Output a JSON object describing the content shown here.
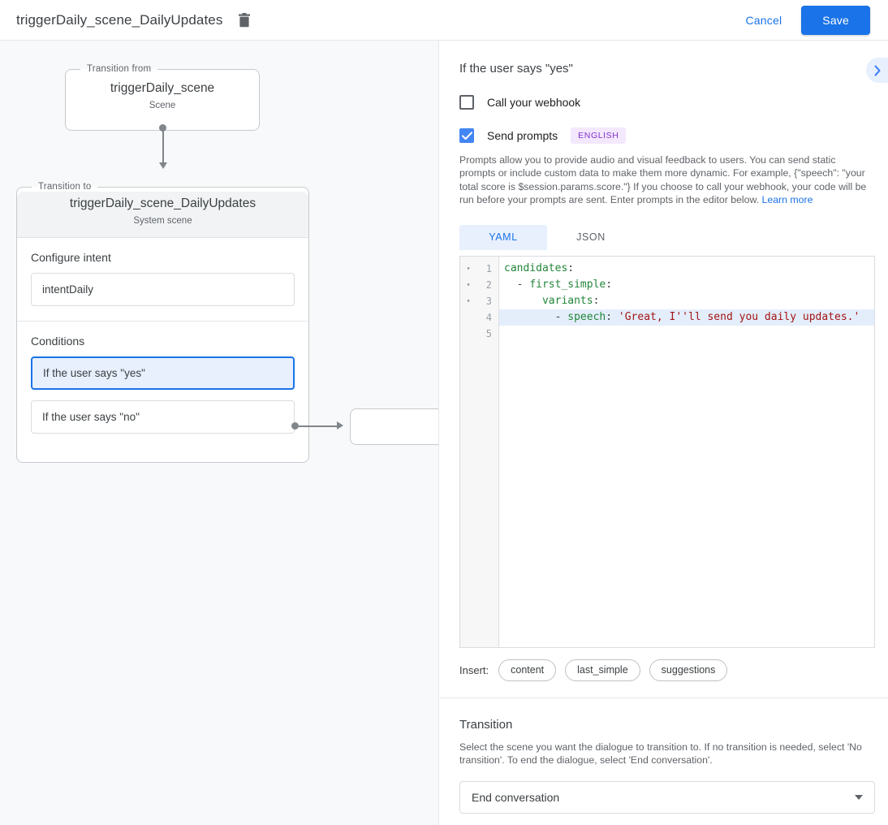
{
  "topbar": {
    "title": "triggerDaily_scene_DailyUpdates",
    "delete_icon": "trash-icon",
    "cancel_label": "Cancel",
    "save_label": "Save",
    "save_color": "#1a73e8"
  },
  "canvas": {
    "from_node": {
      "legend": "Transition from",
      "title": "triggerDaily_scene",
      "subtitle": "Scene"
    },
    "to_node": {
      "legend": "Transition to",
      "title": "triggerDaily_scene_DailyUpdates",
      "subtitle": "System scene"
    },
    "intent_section": {
      "label": "Configure intent",
      "value": "intentDaily"
    },
    "conditions_section": {
      "label": "Conditions",
      "items": [
        {
          "label": "If the user says \"yes\"",
          "selected": true
        },
        {
          "label": "If the user says \"no\"",
          "selected": false
        }
      ]
    }
  },
  "panel": {
    "title": "If the user says \"yes\"",
    "collapse_icon": "chevron-right-icon",
    "webhook": {
      "label": "Call your webhook",
      "checked": false
    },
    "prompts": {
      "label": "Send prompts",
      "checked": true,
      "badge": "ENGLISH",
      "badge_bg": "#f3e8fd",
      "badge_color": "#8430ce",
      "description": "Prompts allow you to provide audio and visual feedback to users. You can send static prompts or include custom data to make them more dynamic. For example, {\"speech\": \"your total score is $session.params.score.\"} If you choose to call your webhook, your code will be run before your prompts are sent. Enter prompts in the editor below.",
      "learn_more": "Learn more"
    },
    "editor_tabs": [
      {
        "label": "YAML",
        "active": true
      },
      {
        "label": "JSON",
        "active": false
      }
    ],
    "editor": {
      "lines": [
        {
          "num": "1",
          "fold": "▾",
          "active": false,
          "tokens": [
            {
              "t": "candidates",
              "c": "k"
            },
            {
              "t": ":",
              "c": "p"
            }
          ]
        },
        {
          "num": "2",
          "fold": "▾",
          "active": false,
          "tokens": [
            {
              "t": "  - ",
              "c": "p"
            },
            {
              "t": "first_simple",
              "c": "k"
            },
            {
              "t": ":",
              "c": "p"
            }
          ]
        },
        {
          "num": "3",
          "fold": "▾",
          "active": false,
          "tokens": [
            {
              "t": "      ",
              "c": "p"
            },
            {
              "t": "variants",
              "c": "k"
            },
            {
              "t": ":",
              "c": "p"
            }
          ]
        },
        {
          "num": "4",
          "fold": "",
          "active": true,
          "tokens": [
            {
              "t": "        - ",
              "c": "p"
            },
            {
              "t": "speech",
              "c": "k"
            },
            {
              "t": ": ",
              "c": "p"
            },
            {
              "t": "'Great, I''ll send you daily updates.'",
              "c": "s"
            }
          ]
        },
        {
          "num": "5",
          "fold": "",
          "active": false,
          "tokens": [
            {
              "t": "",
              "c": "p"
            }
          ]
        }
      ]
    },
    "insert": {
      "label": "Insert:",
      "chips": [
        "content",
        "last_simple",
        "suggestions"
      ]
    },
    "transition": {
      "title": "Transition",
      "description": "Select the scene you want the dialogue to transition to. If no transition is needed, select 'No transition'. To end the dialogue, select 'End conversation'.",
      "selected": "End conversation",
      "caret_icon": "caret-down-icon"
    }
  }
}
